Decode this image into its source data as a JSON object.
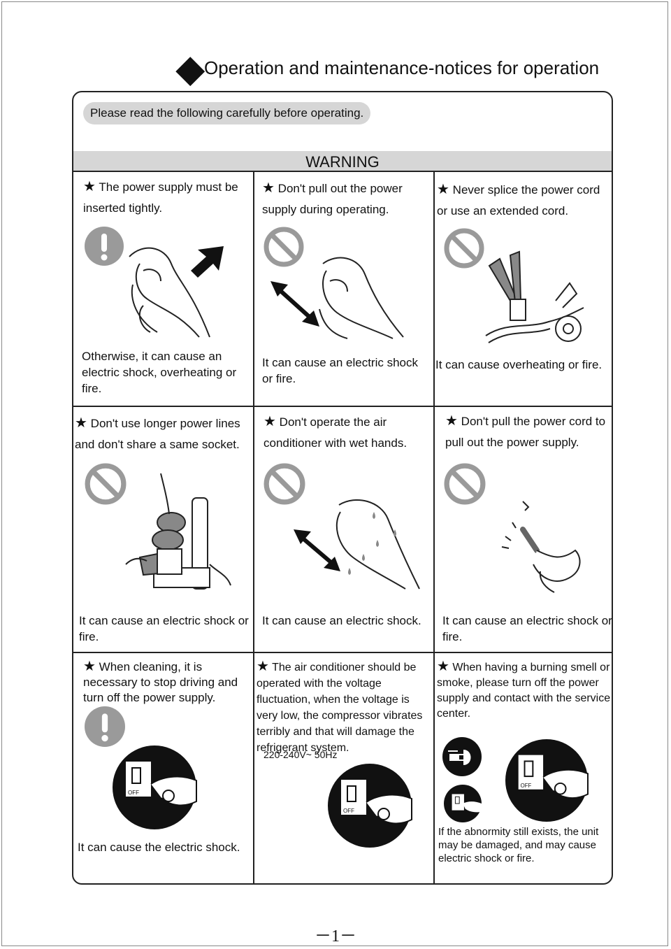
{
  "page": {
    "title": "Operation and maintenance-notices for operation",
    "intro": "Please read the following carefully before operating.",
    "warning": "WARNING",
    "page_number": "－1－"
  },
  "cells": [
    {
      "star": "★",
      "head": "The power supply must be inserted tightly.",
      "foot": "Otherwise, it can cause an electric shock, overheating or fire.",
      "sign": "exclamation-icon"
    },
    {
      "star": "★",
      "head": "Don't pull out the power supply during operating.",
      "foot": "It can cause an electric shock or fire.",
      "sign": "prohibition-icon"
    },
    {
      "star": "★",
      "head": "Never splice the power cord or use an extended cord.",
      "foot": "It can cause overheating or fire.",
      "sign": "prohibition-icon"
    },
    {
      "star": "★",
      "head": "Don't use longer power lines and don't share a same socket.",
      "foot": "It can cause an electric shock or fire.",
      "sign": "prohibition-icon"
    },
    {
      "star": "★",
      "head": "Don't operate the air conditioner with wet hands.",
      "foot": "It can cause an electric shock.",
      "sign": "prohibition-icon"
    },
    {
      "star": "★",
      "head": "Don't pull the power cord to pull out the power supply.",
      "foot": "It can cause an electric shock or fire.",
      "sign": "prohibition-icon"
    },
    {
      "star": "★",
      "head": "When cleaning, it is necessary to stop driving and turn off the power supply.",
      "foot": "It can cause the electric shock.",
      "sign": "exclamation-icon",
      "switch_label": "OFF"
    },
    {
      "star": "★",
      "head": "The air conditioner should be operated with the voltage fluctuation, when the voltage is very low, the compressor vibrates terribly and that will damage the refrigerant system.",
      "voltage": "220-240V~ 50Hz",
      "switch_label": "OFF"
    },
    {
      "star": "★",
      "head": "When having a burning smell or smoke, please turn off the power supply and contact with the service center.",
      "foot": "If the abnormity still exists, the unit may be damaged, and may cause electric shock or fire.",
      "switch_label": "OFF"
    }
  ]
}
